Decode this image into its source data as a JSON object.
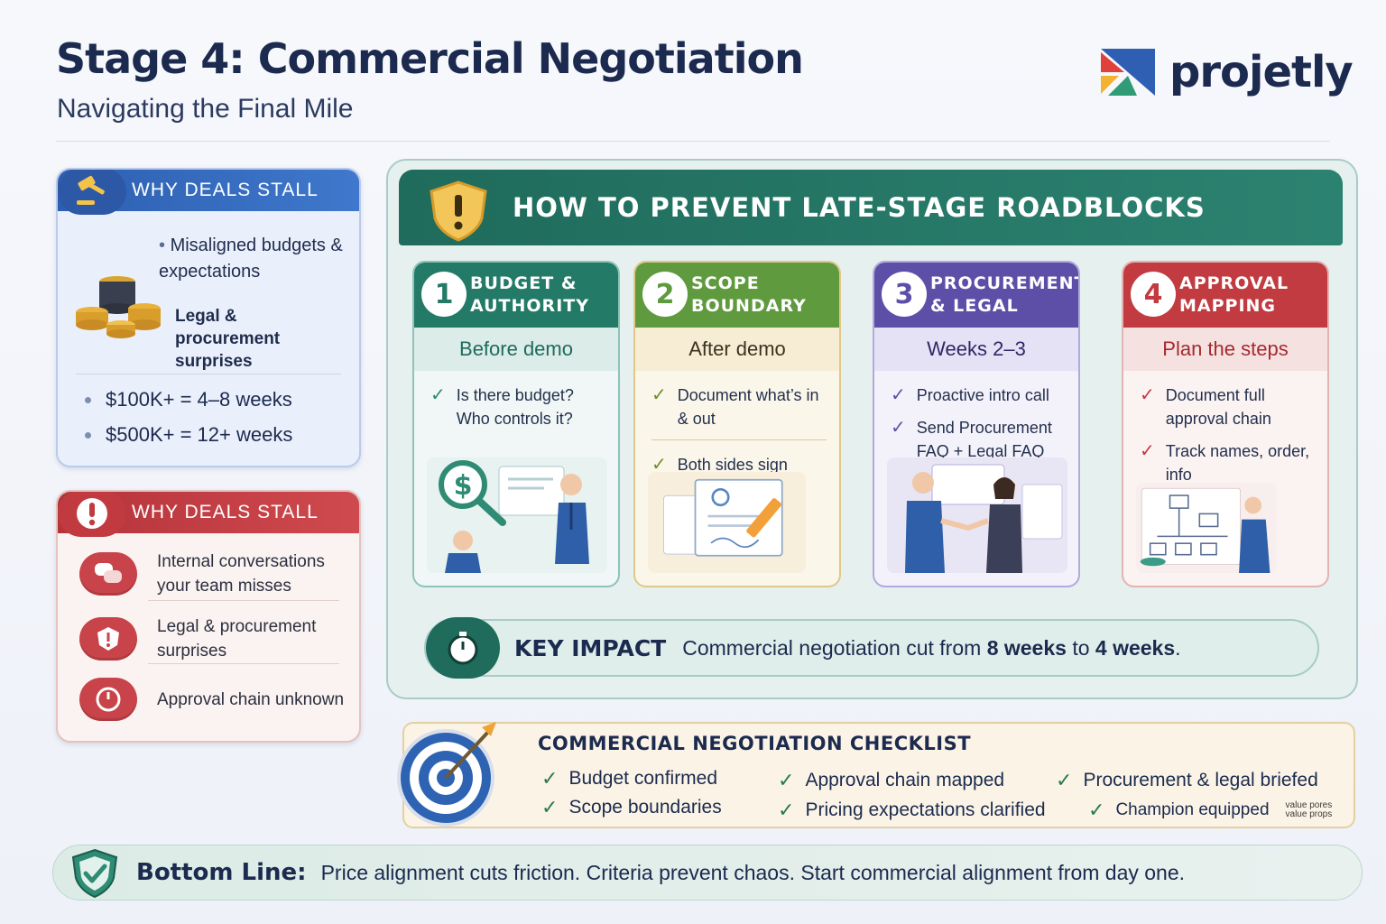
{
  "header": {
    "title": "Stage 4: Commercial Negotiation",
    "subtitle": "Navigating the Final Mile",
    "brand": "projetly"
  },
  "stall_card_1": {
    "heading": "WHY DEALS STALL",
    "bullet": "Misaligned budgets & expectations",
    "bold_note": "Legal & procurement surprises",
    "rows": [
      "$100K+ = 4–8 weeks",
      "$500K+ = 12+ weeks"
    ],
    "icon": "gavel-icon"
  },
  "stall_card_2": {
    "heading": "WHY DEALS STALL",
    "icon": "alert-icon",
    "items": [
      {
        "text": "Internal conversations your team misses",
        "icon": "chat-bubbles-icon"
      },
      {
        "text": "Legal & procurement surprises",
        "icon": "warning-badge-icon"
      },
      {
        "text": "Approval chain unknown",
        "icon": "clock-icon"
      }
    ]
  },
  "prevent": {
    "heading": "HOW TO PREVENT LATE-STAGE ROADBLOCKS",
    "icon": "shield-alert-icon",
    "steps": [
      {
        "num": "1",
        "title_1": "BUDGET &",
        "title_2": "AUTHORITY",
        "timing": "Before demo",
        "items": [
          "Is there budget? Who controls it?"
        ],
        "color": "#237a67"
      },
      {
        "num": "2",
        "title_1": "SCOPE",
        "title_2": "BOUNDARY",
        "timing": "After demo",
        "items": [
          "Document what’s in & out",
          "Both sides sign"
        ],
        "color": "#5f9a3e"
      },
      {
        "num": "3",
        "title_1": "PROCUREMENT",
        "title_2": "& LEGAL",
        "timing": "Weeks 2–3",
        "items": [
          "Proactive intro call",
          "Send Procurement FAQ + Legal FAQ"
        ],
        "color": "#5d4fa8"
      },
      {
        "num": "4",
        "title_1": "APPROVAL",
        "title_2": "MAPPING",
        "timing": "Plan the steps",
        "items": [
          "Document full approval chain",
          "Track names, order, info"
        ],
        "color": "#c13b40"
      }
    ]
  },
  "impact": {
    "label": "KEY IMPACT",
    "text_pre": "Commercial negotiation cut from ",
    "from": "8 weeks",
    "mid": " to ",
    "to": "4 weeks",
    "end": ".",
    "icon": "stopwatch-icon"
  },
  "checklist": {
    "title": "COMMERCIAL NEGOTIATION CHECKLIST",
    "icon": "target-icon",
    "items": [
      "Budget confirmed",
      "Scope boundaries",
      "Approval chain mapped",
      "Pricing expectations clarified",
      "Procurement & legal briefed",
      "Champion equipped"
    ],
    "note_1": "value pores",
    "note_2": "value props"
  },
  "bottom": {
    "label": "Bottom Line:",
    "text": "Price alignment cuts friction. Criteria prevent chaos. Start commercial alignment from day one.",
    "icon": "shield-check-icon"
  }
}
